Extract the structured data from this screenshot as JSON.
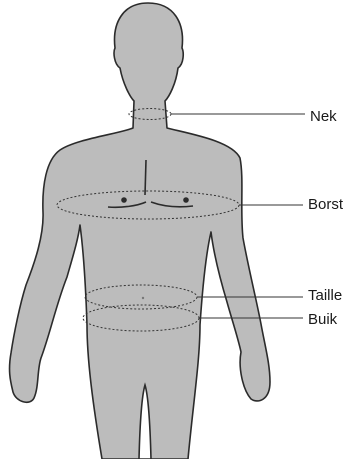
{
  "diagram": {
    "labels": {
      "neck": "Nek",
      "chest": "Borst",
      "waist": "Taille",
      "belly": "Buik"
    }
  },
  "colors": {
    "body_fill": "#bcbcbc",
    "outline": "#2b2b2b",
    "measure_line": "#333333"
  }
}
